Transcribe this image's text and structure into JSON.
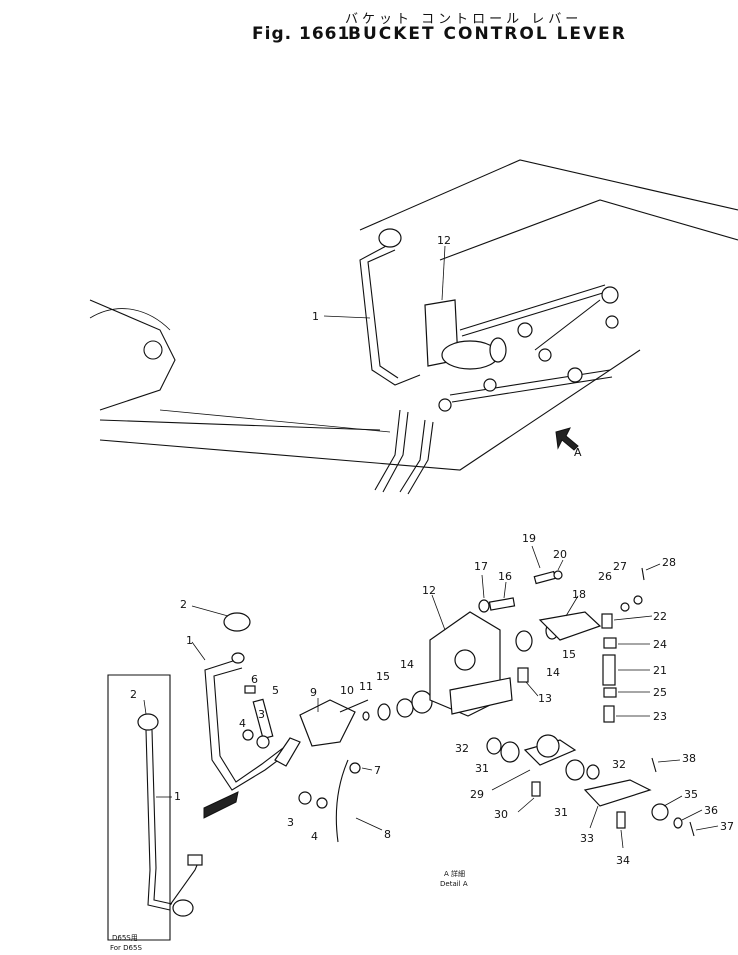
{
  "title": {
    "jp": "バケット コントロール レバー",
    "fig": "Fig. 1661",
    "name": "BUCKET CONTROL LEVER"
  },
  "overview": {
    "callouts": [
      "12",
      "1"
    ],
    "view_label": "A"
  },
  "inset": {
    "callouts": [
      "2",
      "1"
    ],
    "caption_jp": "D65S用",
    "caption_en": "For D65S"
  },
  "exploded": {
    "callouts": [
      "1",
      "2",
      "3",
      "4",
      "5",
      "6",
      "7",
      "8",
      "9",
      "10",
      "11",
      "15",
      "14",
      "12",
      "13",
      "14",
      "15",
      "16",
      "17",
      "18",
      "19",
      "20",
      "21",
      "22",
      "23",
      "24",
      "25",
      "26",
      "27",
      "28",
      "29",
      "30",
      "31",
      "32",
      "31",
      "32",
      "33",
      "34",
      "35",
      "36",
      "37",
      "38",
      "3",
      "4"
    ]
  },
  "detail": {
    "label_jp": "A 詳細",
    "label_en": "Detail A"
  }
}
